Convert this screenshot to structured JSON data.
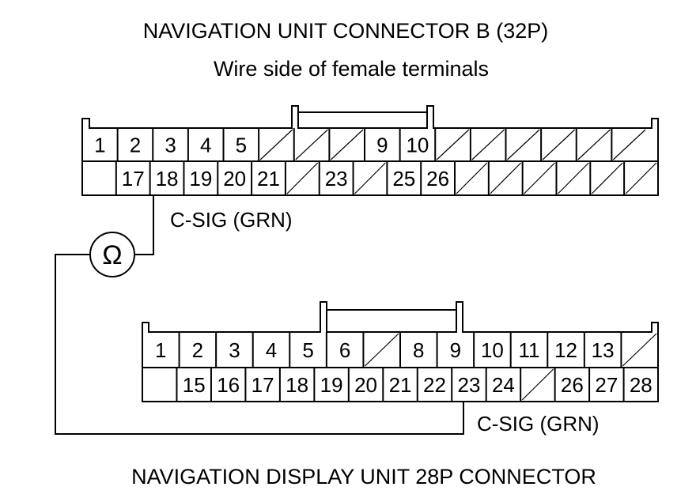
{
  "connector_b": {
    "title": "NAVIGATION UNIT CONNECTOR B (32P)",
    "subtitle": "Wire side of female terminals",
    "top_row": [
      "1",
      "2",
      "3",
      "4",
      "5",
      "",
      "",
      "",
      "9",
      "10",
      "",
      "",
      "",
      "",
      "",
      ""
    ],
    "bottom_row": [
      "",
      "17",
      "18",
      "19",
      "20",
      "21",
      "",
      "23",
      "",
      "25",
      "26",
      "",
      "",
      "",
      "",
      "",
      ""
    ],
    "wire_label": "C-SIG (GRN)"
  },
  "connector_display": {
    "title": "NAVIGATION DISPLAY UNIT 28P CONNECTOR",
    "top_row": [
      "1",
      "2",
      "3",
      "4",
      "5",
      "6",
      "",
      "8",
      "9",
      "10",
      "11",
      "12",
      "13",
      ""
    ],
    "bottom_row": [
      "",
      "15",
      "16",
      "17",
      "18",
      "19",
      "20",
      "21",
      "22",
      "23",
      "24",
      "",
      "26",
      "27",
      "28"
    ],
    "wire_label": "C-SIG (GRN)"
  },
  "meter": {
    "symbol": "Ω",
    "icon": "ohmmeter-icon"
  }
}
